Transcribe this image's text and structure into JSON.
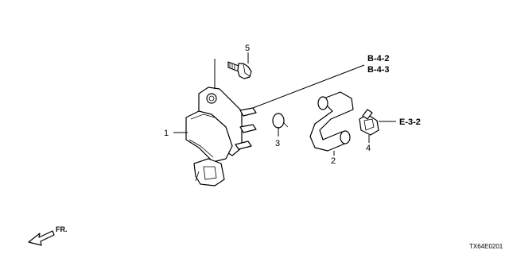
{
  "parts": [
    {
      "number": "1"
    },
    {
      "number": "2"
    },
    {
      "number": "3"
    },
    {
      "number": "4"
    },
    {
      "number": "5"
    }
  ],
  "references": [
    {
      "code": "B-4-2"
    },
    {
      "code": "B-4-3"
    },
    {
      "code": "E-3-2"
    }
  ],
  "direction_label": "FR.",
  "diagram_code": "TX64E0201"
}
